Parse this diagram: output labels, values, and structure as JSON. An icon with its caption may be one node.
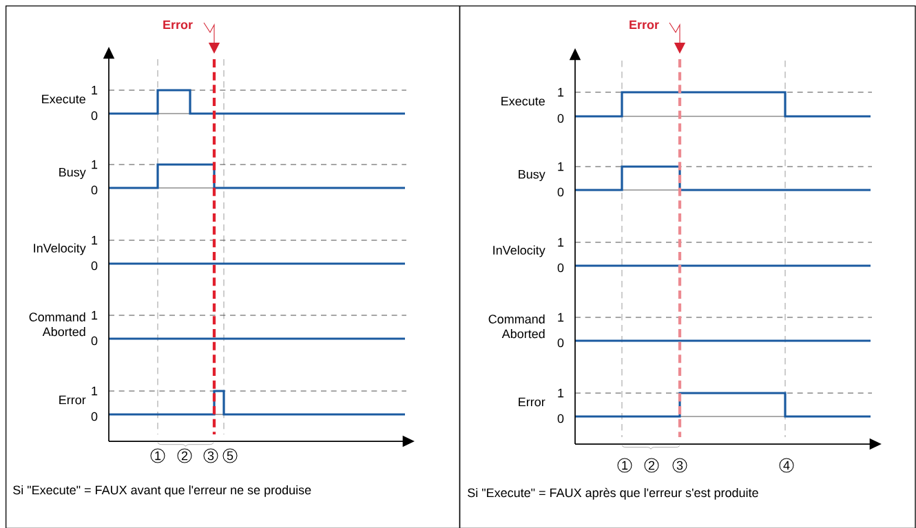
{
  "diagram": {
    "nodes": [
      {
        "text": [
          "Si \"Execute\" = FAUX avant que l'erreur ne se produise"
        ]
      },
      {
        "text": [
          "Si \"Execute\" = FAUX après que l'erreur s'est produite"
        ]
      }
    ],
    "labels": [
      "Error",
      "Execute",
      "1",
      "0",
      "Busy",
      "1",
      "0",
      "InVelocity",
      "1",
      "0",
      "Command Aborted",
      "1",
      "0",
      "Error",
      "1",
      "0",
      "1",
      "2",
      "3",
      "5",
      "Error",
      "Execute",
      "1",
      "0",
      "Busy",
      "1",
      "0",
      "InVelocity",
      "1",
      "0",
      "Command Aborted",
      "1",
      "0",
      "Error",
      "1",
      "0",
      "1",
      "2",
      "3",
      "4"
    ]
  }
}
